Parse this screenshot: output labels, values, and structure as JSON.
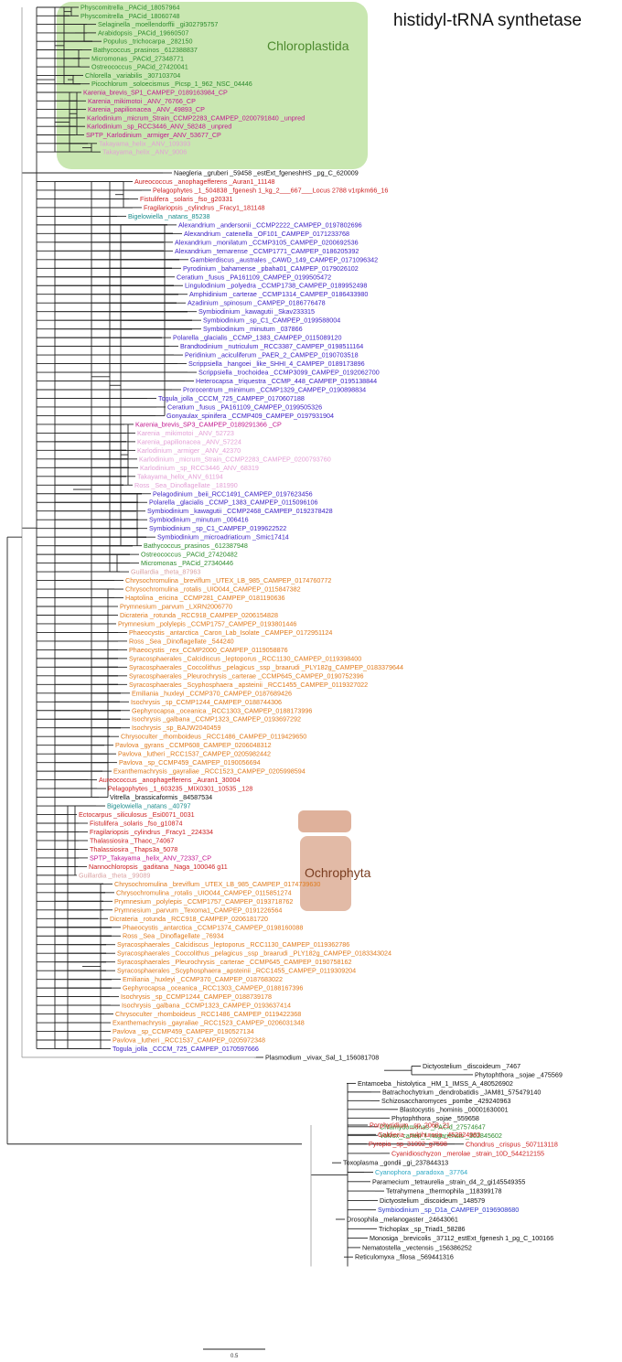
{
  "title": "histidyl-tRNA synthetase",
  "clades": [
    {
      "label": "Chloroplastida",
      "color": "#bfe3a3",
      "text_color": "#4d8a2e"
    },
    {
      "label": "Ochrophyta",
      "color": "#dfb39c",
      "text_color": "#7a3d20"
    }
  ],
  "scale_label": "0.5",
  "colors": {
    "green": "#2e8b2e",
    "magenta": "#c2188f",
    "pink": "#e3a0d6",
    "purple": "#3a1fc4",
    "orange": "#e07a1c",
    "red": "#cc1f1f",
    "teal": "#1a8c8c",
    "cyan": "#2aa7c4",
    "blue": "#2a36c8",
    "black": "#111111",
    "gray": "#9a9a9a",
    "rose": "#d9a2a2"
  },
  "leaves": [
    {
      "label": "Physcomitrella _PACid_18057964",
      "c": "green"
    },
    {
      "label": "Physcomitrella _PACid_18060748",
      "c": "green"
    },
    {
      "label": "Selaginella _moellendorffii _gi302795757",
      "c": "green"
    },
    {
      "label": "Arabidopsis _PACid_19660507",
      "c": "green"
    },
    {
      "label": "Populus _trichocarpa _282150",
      "c": "green"
    },
    {
      "label": "Bathycoccus_prasinos _612388837",
      "c": "green"
    },
    {
      "label": "Micromonas _PACid_27348771",
      "c": "green"
    },
    {
      "label": "Ostreococcus _PACid_27420041",
      "c": "green"
    },
    {
      "label": "Chlorella _variabilis _307103704",
      "c": "green"
    },
    {
      "label": "Picochlorum _soloecismus _Picsp_1_962_NSC_04446",
      "c": "green"
    },
    {
      "label": "Karenia_brevis_SP1_CAMPEP_0189163984_CP",
      "c": "magenta"
    },
    {
      "label": "Karenia_mikimotoi _ANV_76766_CP",
      "c": "magenta"
    },
    {
      "label": "Karenia_papilionacea _ANV_49893_CP",
      "c": "magenta"
    },
    {
      "label": "Karlodinium _micrum_Strain_CCMP2283_CAMPEP_0200791840 _unpred",
      "c": "magenta"
    },
    {
      "label": "Karlodinium _sp_RCC3446_ANV_58248 _unpred",
      "c": "magenta"
    },
    {
      "label": "SPTP_Karlodinium _armiger_ANV_53677_CP",
      "c": "magenta"
    },
    {
      "label": "Takayama_helix _ANV_109393",
      "c": "pink"
    },
    {
      "label": "Takayama_helix _ANV_9006",
      "c": "pink"
    },
    {
      "label": "Naegleria _gruberi _59458 _estExt_fgeneshHS _pg_C_620009",
      "c": "black"
    },
    {
      "label": "Aureococcus _anophagefferens _Auran1_11148",
      "c": "red"
    },
    {
      "label": "Pelagophytes _1_504838 _fgenesh 1_kg_2___667___Locus 2788 v1rpkm66_16",
      "c": "red"
    },
    {
      "label": "Fistulifera _solaris _fso_g20331",
      "c": "red"
    },
    {
      "label": "Fragilariopsis _cylindrus _Fracy1_181148",
      "c": "red"
    },
    {
      "label": "Bigelowiella _natans_85238",
      "c": "teal"
    },
    {
      "label": "Alexandrium _andersonii _CCMP2222_CAMPEP_0197802696",
      "c": "purple"
    },
    {
      "label": "Alexandrium _catenella _OF101_CAMPEP_0171233768",
      "c": "purple"
    },
    {
      "label": "Alexandrium _monilatum _CCMP3105_CAMPEP_0200692536",
      "c": "purple"
    },
    {
      "label": "Alexandrium _temarense _CCMP1771_CAMPEP_0186205392",
      "c": "purple"
    },
    {
      "label": "Gambierdiscus _australes _CAWD_149_CAMPEP_0171096342",
      "c": "purple"
    },
    {
      "label": "Pyrodinium _bahamense _pbaha01_CAMPEP_0179026102",
      "c": "purple"
    },
    {
      "label": "Ceratium _fusus _PA161109_CAMPEP_0199505472",
      "c": "purple"
    },
    {
      "label": "Lingulodinium _polyedra _CCMP1738_CAMPEP_0189952498",
      "c": "purple"
    },
    {
      "label": "Amphidinium _carterae _CCMP1314_CAMPEP_0186433980",
      "c": "purple"
    },
    {
      "label": "Azadinium _spinosum _CAMPEP_0186776478",
      "c": "purple"
    },
    {
      "label": "Symbiodinium _kawagutii _Skav233315",
      "c": "purple"
    },
    {
      "label": "Symbiodinium _sp_C1_CAMPEP_0199588004",
      "c": "purple"
    },
    {
      "label": "Symbiodinium _minutum _037866",
      "c": "purple"
    },
    {
      "label": "Polarella _glacialis _CCMP_1383_CAMPEP_0115089120",
      "c": "purple"
    },
    {
      "label": "Brandtodinium _nutriculum _RCC3387_CAMPEP_0198511164",
      "c": "purple"
    },
    {
      "label": "Peridinium _aciculiferum _PAER_2_CAMPEP_0190703518",
      "c": "purple"
    },
    {
      "label": "Scrippsiella _hangoei _like_SHHI_4_CAMPEP_0189173896",
      "c": "purple"
    },
    {
      "label": "Scrippsiella _trochoidea _CCMP3099_CAMPEP_0192062700",
      "c": "purple"
    },
    {
      "label": "Heterocapsa _triquestra _CCMP_448_CAMPEP_0195138844",
      "c": "purple"
    },
    {
      "label": "Prorocentrum _minimum _CCMP1329_CAMPEP_0190898834",
      "c": "purple"
    },
    {
      "label": "Togula_jolla _CCCM_725_CAMPEP_0170607188",
      "c": "purple"
    },
    {
      "label": "Ceratium _fusus _PA161109_CAMPEP_0199505326",
      "c": "purple"
    },
    {
      "label": "Gonyaulax_spinifera _CCMP409_CAMPEP_0197931904",
      "c": "purple"
    },
    {
      "label": "Karenia_brevis_SP3_CAMPEP_0189291366 _CP",
      "c": "magenta"
    },
    {
      "label": "Karenia _mikimotoi _ANV_52723",
      "c": "pink"
    },
    {
      "label": "Karenia_papilionacea _ANV_57224",
      "c": "pink"
    },
    {
      "label": "Karlodinium _armiger _ANV_42370",
      "c": "pink"
    },
    {
      "label": "Karlodinium _micrum_Strain_CCMP2283_CAMPEP_0200793760",
      "c": "pink"
    },
    {
      "label": "Karlodinium _sp_RCC3446_ANV_68319",
      "c": "pink"
    },
    {
      "label": "Takayama_helix_ANV_61194",
      "c": "pink"
    },
    {
      "label": "Ross _Sea_Dinoflagellate _181990",
      "c": "pink"
    },
    {
      "label": "Pelagodinium _beii_RCC1491_CAMPEP_0197623456",
      "c": "purple"
    },
    {
      "label": "Polarella _glacialis _CCMP_1383_CAMPEP_0115096106",
      "c": "purple"
    },
    {
      "label": "Symbiodinium _kawagutii _CCMP2468_CAMPEP_0192378428",
      "c": "purple"
    },
    {
      "label": "Symbiodinium _minutum _006416",
      "c": "purple"
    },
    {
      "label": "Symbiodinium _sp_C1_CAMPEP_0199622522",
      "c": "purple"
    },
    {
      "label": "Symbiodinium _microadriaticum _Smic17414",
      "c": "purple"
    },
    {
      "label": "Bathycoccus_prasinos _612387948",
      "c": "green"
    },
    {
      "label": "Ostreococcus _PACid_27420482",
      "c": "green"
    },
    {
      "label": "Micromonas _PACid_27340446",
      "c": "green"
    },
    {
      "label": "Guillardia _theta_87963",
      "c": "rose"
    },
    {
      "label": "Chrysochromulina _breviflum _UTEX_LB_985_CAMPEP_0174760772",
      "c": "orange"
    },
    {
      "label": "Chrysochromulina _rotalis _UIO044_CAMPEP_0115847382",
      "c": "orange"
    },
    {
      "label": "Haptolina _ericina _CCMP281_CAMPEP_0181190636",
      "c": "orange"
    },
    {
      "label": "Prymnesium _parvum _LXRN2006770",
      "c": "orange"
    },
    {
      "label": "Dicrateria _rotunda _RCC918_CAMPEP_0206154828",
      "c": "orange"
    },
    {
      "label": "Prymnesium _polylepis _CCMP1757_CAMPEP_0193801446",
      "c": "orange"
    },
    {
      "label": "Phaeocystis _antarctica _Caron_Lab_Isolate _CAMPEP_0172951124",
      "c": "orange"
    },
    {
      "label": "Ross _Sea _Dinoflagellate _544240",
      "c": "orange"
    },
    {
      "label": "Phaeocystis _rex_CCMP2000_CAMPEP_0119058876",
      "c": "orange"
    },
    {
      "label": "Syracosphaerales _Calcidiscus _leptoporus _RCC1130_CAMPEP_0119398400",
      "c": "orange"
    },
    {
      "label": "Syracosphaerales _Coccolithus _pelagicus _ssp _braarudi _PLY182g_CAMPEP_0183379644",
      "c": "orange"
    },
    {
      "label": "Syracosphaerales _Pleurochrysis _carterae _CCMP645_CAMPEP_0190752396",
      "c": "orange"
    },
    {
      "label": "Syracosphaerales _Scyphosphaera _apsteinii _RCC1455_CAMPEP_0119327022",
      "c": "orange"
    },
    {
      "label": "Emiliania _huxleyi _CCMP370_CAMPEP_0187689426",
      "c": "orange"
    },
    {
      "label": "Isochrysis _sp_CCMP1244_CAMPEP_0188744306",
      "c": "orange"
    },
    {
      "label": "Gephyrocapsa _oceanica _RCC1303_CAMPEP_0188173996",
      "c": "orange"
    },
    {
      "label": "Isochrysis _galbana _CCMP1323_CAMPEP_0193697292",
      "c": "orange"
    },
    {
      "label": "Isochrysis _sp_BAJW2040459",
      "c": "orange"
    },
    {
      "label": "Chrysoculter _rhomboideus _RCC1486_CAMPEP_0119429650",
      "c": "orange"
    },
    {
      "label": "Pavlova _gyrans _CCMP608_CAMPEP_0206048312",
      "c": "orange"
    },
    {
      "label": "Pavlova _lutheri _RCC1537_CAMPEP_0205982442",
      "c": "orange"
    },
    {
      "label": "Pavlova _sp_CCMP459_CAMPEP_0190056694",
      "c": "orange"
    },
    {
      "label": "Exanthemachrysis _gayraliae _RCC1523_CAMPEP_0205998594",
      "c": "orange"
    },
    {
      "label": "Aureococcus _anophagefferens _Auran1_30004",
      "c": "red"
    },
    {
      "label": "Pelagophytes _1_603235 _MIX0301_10535 _128",
      "c": "red"
    },
    {
      "label": "Vitrella _brassicaformis _84587534",
      "c": "black"
    },
    {
      "label": "Bigelowiella _natans _40797",
      "c": "teal"
    },
    {
      "label": "Ectocarpus _siliculosus _Esi0071_0031",
      "c": "red"
    },
    {
      "label": "Fistulifera _solaris _fso_g10874",
      "c": "red"
    },
    {
      "label": "Fragilariopsis _cylindrus _Fracy1 _224334",
      "c": "red"
    },
    {
      "label": "Thalassiosira _Thaoc_74067",
      "c": "red"
    },
    {
      "label": "Thalassiosira _Thaps3a_5078",
      "c": "red"
    },
    {
      "label": "SPTP_Takayama _helix_ANV_72337_CP",
      "c": "magenta"
    },
    {
      "label": "Nannochloropsis _gaditana _Naga_100046 g11",
      "c": "red"
    },
    {
      "label": "Guillardia _theta _99089",
      "c": "rose"
    },
    {
      "label": "Chrysochromulina _breviflum _UTEX_LB_985_CAMPEP_0174739630",
      "c": "orange"
    },
    {
      "label": "Chrysochromulina _rotalis _UIO044_CAMPEP_0115851274",
      "c": "orange"
    },
    {
      "label": "Prymnesium _polylepis _CCMP1757_CAMPEP_0193718762",
      "c": "orange"
    },
    {
      "label": "Prymnesium _parvum _Texoma1_CAMPEP_0191226564",
      "c": "orange"
    },
    {
      "label": "Dicrateria _rotunda _RCC918_CAMPEP_0206181720",
      "c": "orange"
    },
    {
      "label": "Phaeocystis _antarctica _CCMP1374_CAMPEP_0198160088",
      "c": "orange"
    },
    {
      "label": "Ross _Sea _Dinoflagellate _76934",
      "c": "orange"
    },
    {
      "label": "Syracosphaerales _Calcidiscus _leptoporus _RCC1130_CAMPEP_0119362786",
      "c": "orange"
    },
    {
      "label": "Syracosphaerales _Coccolithus _pelagicus _ssp _braarudi _PLY182g_CAMPEP_0183343024",
      "c": "orange"
    },
    {
      "label": "Syracosphaerales _Pleurochrysis _carterae _CCMP645_CAMPEP_0190758162",
      "c": "orange"
    },
    {
      "label": "Syracosphaerales _Scyphosphaera _apsteinii _RCC1455_CAMPEP_0119309204",
      "c": "orange"
    },
    {
      "label": "Emiliania _huxleyi _CCMP370_CAMPEP_0187683022",
      "c": "orange"
    },
    {
      "label": "Gephyrocapsa _oceanica _RCC1303_CAMPEP_0188167396",
      "c": "orange"
    },
    {
      "label": "Isochrysis _sp_CCMP1244_CAMPEP_0188739178",
      "c": "orange"
    },
    {
      "label": "Isochrysis _galbana _CCMP1323_CAMPEP_0193637414",
      "c": "orange"
    },
    {
      "label": "Chrysoculter _rhomboideus _RCC1486_CAMPEP_0119422368",
      "c": "orange"
    },
    {
      "label": "Exanthemachrysis _gayraliae _RCC1523_CAMPEP_0206031348",
      "c": "orange"
    },
    {
      "label": "Pavlova _sp_CCMP459_CAMPEP_0190527134",
      "c": "orange"
    },
    {
      "label": "Pavlova _lutheri _RCC1537_CAMPEP_0205972348",
      "c": "orange"
    },
    {
      "label": "Togula_jolla _CCCM_725_CAMPEP_0170597666",
      "c": "purple"
    },
    {
      "label": "Plasmodium _vivax_Sal_1_156081708",
      "c": "black"
    },
    {
      "label": "Dictyostelium _discoideum _7467",
      "c": "black"
    },
    {
      "label": "Phytophthora _sojae _475569",
      "c": "black"
    },
    {
      "label": "Entamoeba _histolytica _HM_1_IMSS_A_480526902",
      "c": "black"
    },
    {
      "label": "Batrachochytrium _dendrobatidis _JAM81_575479140",
      "c": "black"
    },
    {
      "label": "Schizosaccharomyces _pombe _429240963",
      "c": "black"
    },
    {
      "label": "Blastocystis _hominis _00001630001",
      "c": "black"
    },
    {
      "label": "Phytophthora _sojae _559658",
      "c": "black"
    },
    {
      "label": "Chlamydomonas _PACid_27574647",
      "c": "green"
    },
    {
      "label": "Volvox_carteri_f_nagariensis _302845602",
      "c": "green"
    },
    {
      "label": "Chondrus _crispus _507113118",
      "c": "red"
    },
    {
      "label": "Porphyridium _sp_2068_21",
      "c": "red"
    },
    {
      "label": "Galdieria _sulphuraria _452824983",
      "c": "red"
    },
    {
      "label": "Pyropia _sp_31092_g7598",
      "c": "red"
    },
    {
      "label": "Cyanidioschyzon _merolae _strain_10D_544212155",
      "c": "red"
    },
    {
      "label": "Toxoplasma _gondii _gi_237844313",
      "c": "black"
    },
    {
      "label": "Cyanophora _paradoxa _37764",
      "c": "cyan"
    },
    {
      "label": "Paramecium _tetraurelia _strain_d4_2_gi145549355",
      "c": "black"
    },
    {
      "label": "Tetrahymena _thermophila _118399178",
      "c": "black"
    },
    {
      "label": "Dictyostelium _discoideum _148579",
      "c": "black"
    },
    {
      "label": "Symbiodinium _sp_D1a_CAMPEP_0196908680",
      "c": "blue"
    },
    {
      "label": "Drosophila _melanogaster _24643061",
      "c": "black"
    },
    {
      "label": "Trichoplax _sp_Triad1_58286",
      "c": "black"
    },
    {
      "label": "Monosiga _brevicolis _37112_estExt_fgenesh 1_pg_C_100166",
      "c": "black"
    },
    {
      "label": "Nematostella _vectensis _156386252",
      "c": "black"
    },
    {
      "label": "Reticulomyxa _filosa _569441316",
      "c": "black"
    }
  ]
}
